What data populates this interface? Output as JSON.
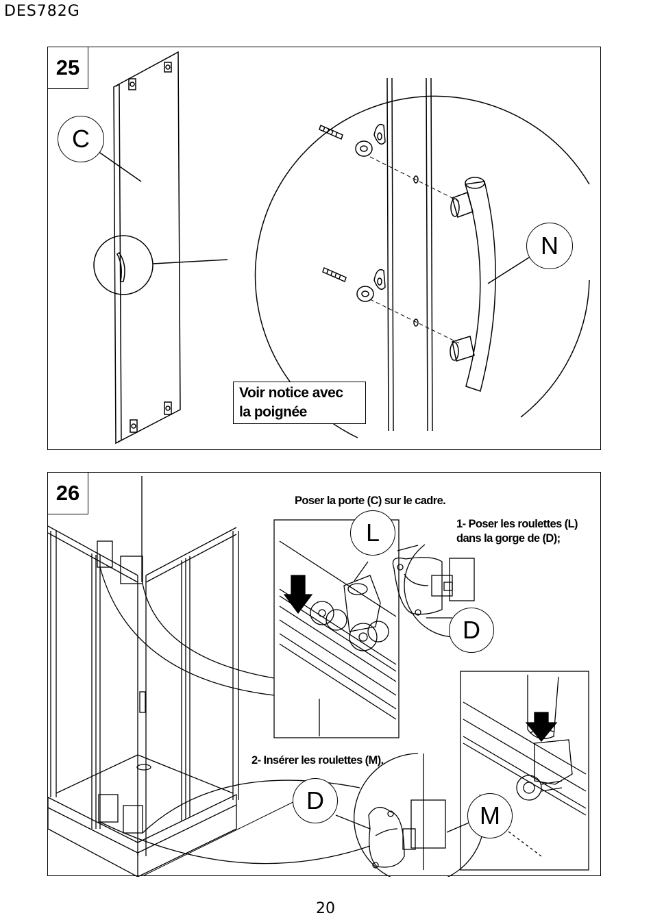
{
  "header": {
    "doc_code": "DES782G"
  },
  "step25": {
    "number": "25",
    "labels": {
      "door": "C",
      "handle": "N"
    },
    "note": [
      "Voir notice avec",
      "la poignée"
    ]
  },
  "step26": {
    "number": "26",
    "captions": {
      "place_door": "Poser la porte (C) sur le cadre.",
      "step1": [
        "1- Poser les roulettes (L)",
        "dans la gorge de (D);"
      ],
      "step2": "2- Insérer les roulettes (M)."
    },
    "labels": {
      "rollers_top": "L",
      "groove_top": "D",
      "groove_bottom": "D",
      "rollers_bottom": "M"
    }
  },
  "footer": {
    "page_number": "20"
  }
}
